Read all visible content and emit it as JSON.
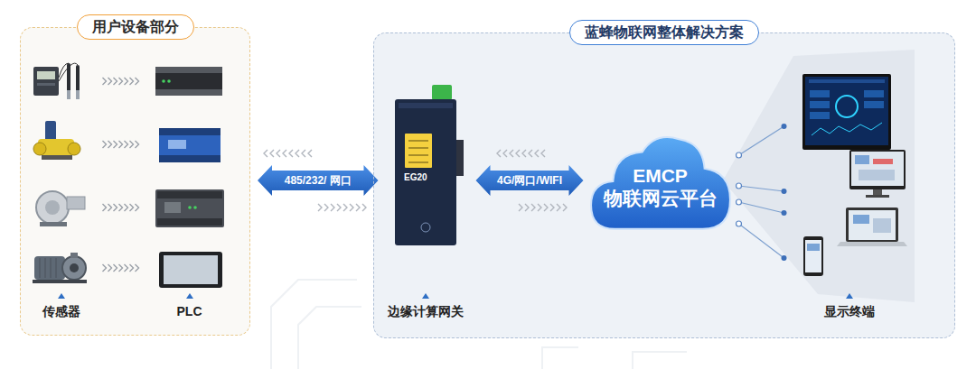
{
  "diagram": {
    "nodes": [
      {
        "text": [
          "用户设备部分"
        ]
      },
      {
        "text": [
          "传感器"
        ],
        "in": 0
      },
      {
        "text": [
          "PLC"
        ],
        "in": 0
      },
      {
        "text": [
          "蓝蜂物联网整体解决方案"
        ]
      },
      {
        "text": [
          "边缘计算网关"
        ],
        "in": 3
      },
      {
        "text": [
          "EMCP 物联网云平台"
        ],
        "in": 3
      },
      {
        "text": [
          "显示终端"
        ],
        "in": 3
      }
    ],
    "edges": [
      {
        "from": 1,
        "to": 2,
        "arrow": "to"
      },
      {
        "from": 0,
        "to": 4,
        "label": "485/232/ 网口",
        "arrow": "both"
      },
      {
        "from": 4,
        "to": 5,
        "label": "4G/网口/WIFI",
        "arrow": "both"
      },
      {
        "from": 5,
        "to": 6,
        "arrow": "none"
      }
    ],
    "labels": [
      "EG20"
    ]
  }
}
